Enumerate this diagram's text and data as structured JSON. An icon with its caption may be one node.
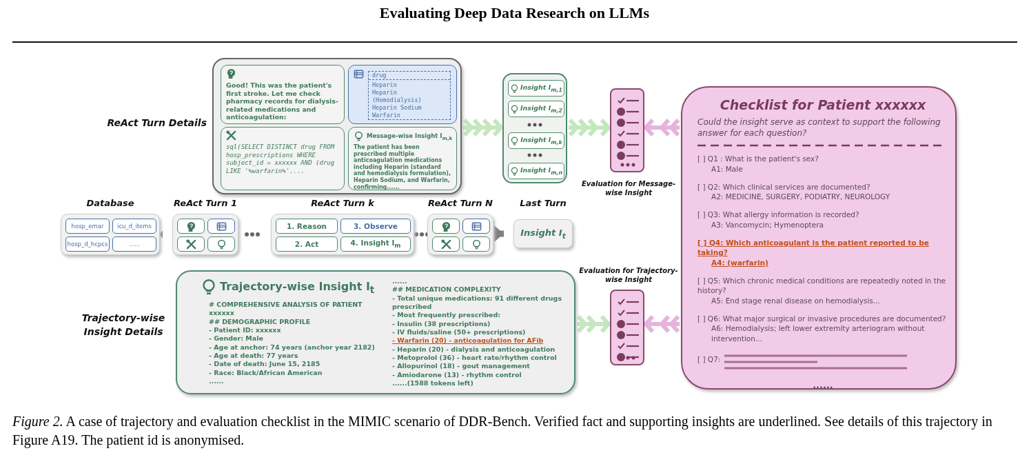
{
  "diagram": {
    "title": "Evaluating Deep Data Research on LLMs",
    "caption": "*Figure 2.* A case of trajectory and evaluation checklist in the MIMIC scenario of DDR-Bench. Verified fact and supporting insights are underlined. See details of this trajectory in Figure A19. The patient id is anonymised.",
    "nodes": [
      {
        "text": [
          "ReAct Turn Details"
        ]
      },
      {
        "text": [
          "Good! This was the patient's first stroke. Let me check pharmacy records for dialysis-related medications and anticoagulation:"
        ],
        "in": 0
      },
      {
        "text": [
          "drug",
          "Heparin",
          "Heparin (Hemodialysis)",
          "Heparin Sodium",
          "Warfarin"
        ],
        "in": 0
      },
      {
        "text": [
          "sql(SELECT DISTINCT drug FROM hosp_prescriptions WHERE subject_id = xxxxxx AND (drug LIKE '%warfarin%'...."
        ],
        "in": 0
      },
      {
        "text": [
          "Message-wise Insight I$_{m,k}$",
          "The patient has been prescribed multiple anticoagulation medications including Heparin (standard and hemodialysis formulation), Heparin Sodium, and Warfarin, confirming......"
        ],
        "in": 0
      },
      {
        "text": [
          "Database"
        ]
      },
      {
        "text": [
          "hosp_emar"
        ],
        "in": 5
      },
      {
        "text": [
          "icu_d_items"
        ],
        "in": 5
      },
      {
        "text": [
          "hosp_d_hcpcs"
        ],
        "in": 5
      },
      {
        "text": [
          "......"
        ],
        "in": 5
      },
      {
        "text": [
          "ReAct Turn 1"
        ]
      },
      {
        "text": [],
        "shape": "box",
        "in": 10
      },
      {
        "text": [],
        "shape": "box",
        "in": 10
      },
      {
        "text": [],
        "shape": "box",
        "in": 10
      },
      {
        "text": [],
        "shape": "box",
        "in": 10
      },
      {
        "text": [
          "ReAct Turn k"
        ]
      },
      {
        "text": [
          "1. Reason"
        ],
        "in": 15
      },
      {
        "text": [
          "3. Observe"
        ],
        "in": 15
      },
      {
        "text": [
          "2. Act"
        ],
        "in": 15
      },
      {
        "text": [
          "4. Insight I$_{m}$"
        ],
        "in": 15
      },
      {
        "text": [
          "ReAct Turn N"
        ]
      },
      {
        "text": [],
        "shape": "box",
        "in": 20
      },
      {
        "text": [],
        "shape": "box",
        "in": 20
      },
      {
        "text": [],
        "shape": "box",
        "in": 20
      },
      {
        "text": [],
        "shape": "box",
        "in": 20
      },
      {
        "text": [
          "Last Turn",
          "Insight I$_{t}$"
        ]
      },
      {
        "text": [],
        "shape": "box"
      },
      {
        "text": [
          "Insight I$_{m,1}$"
        ],
        "in": 26
      },
      {
        "text": [
          "Insight I$_{m,2}$"
        ],
        "in": 26
      },
      {
        "text": [
          "Insight I$_{m,k}$"
        ],
        "in": 26
      },
      {
        "text": [
          "Insight I$_{m,n}$"
        ],
        "in": 26
      },
      {
        "text": [
          "Evaluation for Message-wise Insight"
        ]
      },
      {
        "text": [
          "Trajectory-wise Insight Details",
          "Trajectory-wise Insight I$_{t}$",
          "# COMPREHENSIVE ANALYSIS OF PATIENT xxxxxx",
          "## DEMOGRAPHIC PROFILE",
          "- Patient ID: xxxxxx",
          "- Gender: Male",
          "- Age at anchor: 74 years (anchor year 2182)",
          "- Age at death: 77 years",
          "- Date of death: June 15, 2185",
          "- Race: Black/African American",
          "......",
          "......",
          "## MEDICATION COMPLEXITY",
          "- Total unique medications: 91 different drugs prescribed",
          "- Most frequently prescribed:",
          "- Insulin (38 prescriptions)",
          "- IV fluids/saline (50+ prescriptions)",
          "- Warfarin (20) - anticoagulation for AFib",
          "- Heparin (20) - dialysis and anticoagulation",
          "- Metoprolol (36) - heart rate/rhythm control",
          "- Allopurinol (18) - gout management",
          "- Amiodarone (13) - rhythm control",
          "......(1588 tokens left)"
        ]
      },
      {
        "text": [
          "Evaluation for Trajectory-wise Insight"
        ]
      },
      {
        "text": [
          "Checklist for Patient xxxxxx",
          "Could the insight serve as context to support the following answer for each question?",
          "[ ] Q1 : What is the patient's sex?",
          "A1: Male",
          "[ ] Q2: Which clinical services are documented?",
          "A2: MEDICINE, SURGERY, PODIATRY, NEUROLOGY",
          "[ ] Q3: What allergy information is recorded?",
          "A3: Vancomycin; Hymenoptera",
          "[ ] Q4: Which anticoagulant is the patient reported to be taking?",
          "A4: (warfarin)",
          "[ ] Q5: Which chronic medical conditions are repeatedly noted in the history?",
          "A5: End stage renal disease on hemodialysis...",
          "[ ] Q6: What major surgical or invasive procedures are documented?",
          "A6: Hemodialysis; left lower extremity arteriogram without intervention...",
          "[ ] Q7:",
          "......"
        ]
      }
    ],
    "edges": [
      {
        "from": 5,
        "to": 10,
        "arrow": "to",
        "color": "#808080"
      },
      {
        "from": 20,
        "to": 25,
        "arrow": "to",
        "color": "#808080"
      },
      {
        "from": 0,
        "to": 26,
        "arrow": "to"
      },
      {
        "from": 26,
        "to": 31,
        "arrow": "to"
      },
      {
        "from": 34,
        "to": 31,
        "arrow": "to",
        "color": "#e6b3de"
      },
      {
        "from": 32,
        "to": 33,
        "arrow": "to"
      },
      {
        "from": 34,
        "to": 33,
        "arrow": "to",
        "color": "#e6b3de"
      }
    ]
  }
}
